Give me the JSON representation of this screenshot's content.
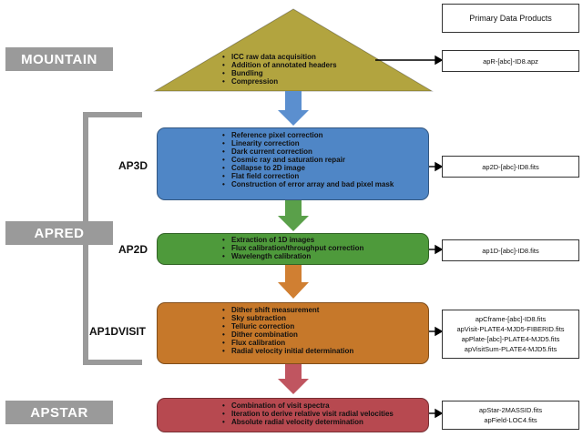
{
  "colors": {
    "mountain": "#b2a43f",
    "ap3d": "#4f86c6",
    "ap2d": "#4e9a3b",
    "ap1dvisit": "#c6782a",
    "apstar": "#b74950",
    "arrow_down_blue": "#5b8fcf",
    "arrow_down_green": "#5aa04a",
    "arrow_down_orange": "#d07f32",
    "arrow_down_red": "#c05560",
    "label_gray": "#9a9a9a",
    "bracket_gray": "#9a9a9a"
  },
  "header": {
    "products_title": "Primary Data Products"
  },
  "stages": {
    "mountain": "MOUNTAIN",
    "apred": "APRED",
    "apstar": "APSTAR"
  },
  "steps": {
    "mountain": {
      "items": [
        "ICC raw data acquisition",
        "Addition of annotated headers",
        "Bundling",
        "Compression"
      ],
      "product": [
        "apR-[abc]-ID8.apz"
      ]
    },
    "ap3d": {
      "label": "AP3D",
      "items": [
        "Reference pixel correction",
        "Linearity correction",
        "Dark current correction",
        "Cosmic ray and saturation repair",
        "Collapse to 2D image",
        "Flat field correction",
        "Construction of error array and bad pixel mask"
      ],
      "product": [
        "ap2D-[abc]-ID8.fits"
      ]
    },
    "ap2d": {
      "label": "AP2D",
      "items": [
        "Extraction of 1D images",
        "Flux calibration/throughput correction",
        "Wavelength calibration"
      ],
      "product": [
        "ap1D-[abc]-ID8.fits"
      ]
    },
    "ap1dvisit": {
      "label": "AP1DVISIT",
      "items": [
        "Dither shift measurement",
        "Sky subtraction",
        "Telluric correction",
        "Dither combination",
        "Flux calibration",
        "Radial velocity initial determination"
      ],
      "product": [
        "apCframe-[abc]-ID8.fits",
        "apVisit-PLATE4-MJD5-FIBERID.fits",
        "apPlate-[abc]-PLATE4-MJD5.fits",
        "apVisitSum-PLATE4-MJD5.fits"
      ]
    },
    "apstar": {
      "items": [
        "Combination of visit spectra",
        "Iteration to derive relative visit radial velocities",
        "Absolute radial velocity determination"
      ],
      "product": [
        "apStar-2MASSID.fits",
        "apField-LOC4.fits"
      ]
    }
  }
}
